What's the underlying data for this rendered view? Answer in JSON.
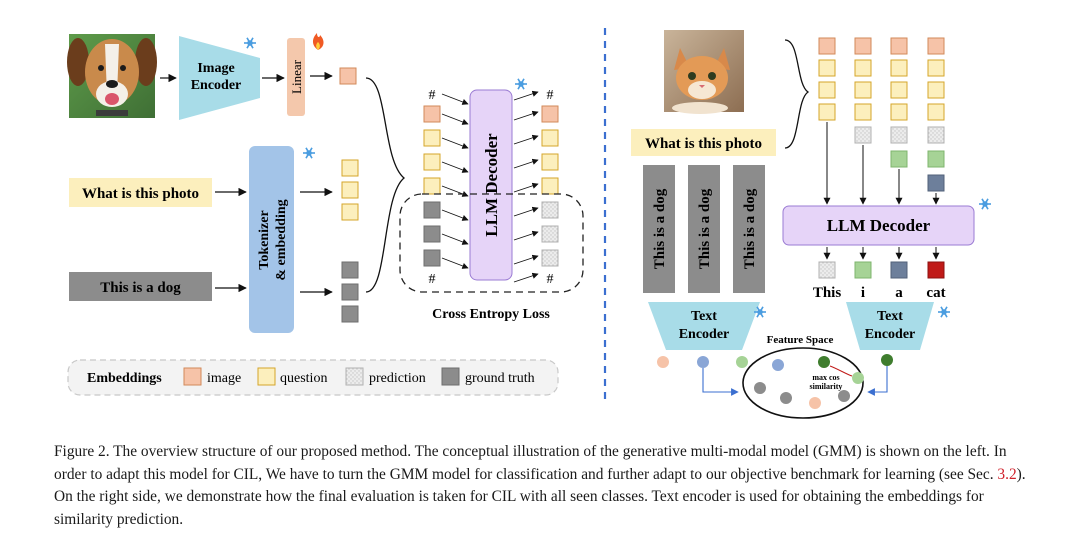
{
  "left": {
    "image_encoder": [
      "Image",
      "Encoder"
    ],
    "linear": "Linear",
    "question": "What is this photo",
    "answer": "This is a dog",
    "tokenizer": [
      "Tokenizer",
      "& embedding"
    ],
    "llm": "LLM Decoder",
    "hash": "#",
    "loss": "Cross Entropy Loss"
  },
  "legend": {
    "title": "Embeddings",
    "items": [
      "image",
      "question",
      "prediction",
      "ground truth"
    ]
  },
  "right": {
    "question": "What is this photo",
    "candidates": [
      "This is a dog",
      "This is a dog",
      "This is a dog"
    ],
    "llm": "LLM Decoder",
    "outputs": [
      "This",
      "i",
      "a",
      "cat"
    ],
    "text_encoder": [
      "Text",
      "Encoder"
    ],
    "feature_space": "Feature Space",
    "similarity": [
      "max cos",
      "similarity"
    ]
  },
  "colors": {
    "image": "#f6c3a8",
    "question": "#fcefbd",
    "prediction": "#e9e9e9",
    "ground_truth": "#8c8c8c",
    "llm": "#e6d4f8",
    "encoder": "#a8dce8",
    "tokenizer": "#a3c4e8",
    "linear": "#f4c8ac",
    "green": "#a6d396",
    "slate": "#6d7f9b",
    "red": "#c01a18",
    "divider": "#3b6fd0"
  },
  "caption": {
    "p1": "Figure 2. The overview structure of our proposed method. The conceptual illustration of the generative multi-modal model (GMM) is shown on the left. In order to adapt this model for CIL, We have to turn the GMM model for classification and further adapt to our objective benchmark for learning (see Sec. ",
    "ref": "3.2",
    "p2": "). On the right side, we demonstrate how the final evaluation is taken for CIL with all seen classes. Text encoder is used for obtaining the embeddings for similarity prediction."
  }
}
